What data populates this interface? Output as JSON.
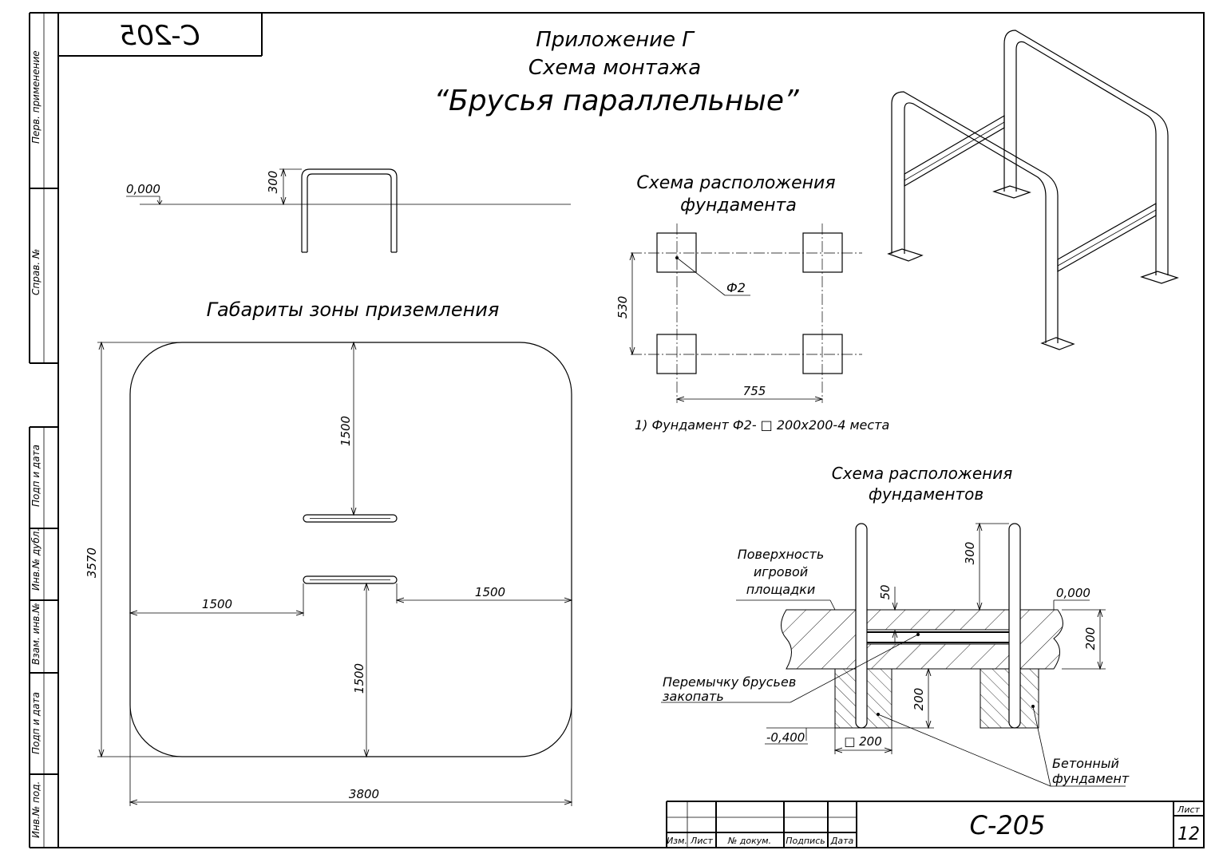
{
  "stamp_code": "C-205",
  "titles": {
    "appendix": "Приложение Г",
    "scheme": "Схема монтажа",
    "product": "“Брусья параллельные”"
  },
  "side_strip": {
    "perv_primenenie": "Перв. применение",
    "sprav_no": "Справ. №",
    "podp_data_1": "Подп и дата",
    "inv_dubl": "Инв.№ дубл.",
    "vzam_inv": "Взам. инв.№",
    "podp_data_2": "Подп и дата",
    "inv_pod": "Инв.№ под."
  },
  "elevation_view": {
    "level_label": "0,000",
    "dim_300": "300"
  },
  "landing_zone": {
    "title": "Габариты зоны приземления",
    "dim_top_1500": "1500",
    "dim_bottom_1500": "1500",
    "dim_left_1500": "1500",
    "dim_right_1500": "1500",
    "dim_3570": "3570",
    "dim_3800": "3800"
  },
  "foundation_plan": {
    "title_line1": "Схема расположения",
    "title_line2": "фундамента",
    "f2_label": "Ф2",
    "dim_530": "530",
    "dim_755": "755",
    "note": "1) Фундамент Ф2- □ 200х200-4 места"
  },
  "foundations_section": {
    "title_line1": "Схема расположения",
    "title_line2": "фундаментов",
    "surface_line1": "Поверхность",
    "surface_line2": "игровой",
    "surface_line3": "площадки",
    "dim_50": "50",
    "dim_300": "300",
    "level_0": "0,000",
    "dim_200_right": "200",
    "dim_200_depth": "200",
    "bury_line1": "Перемычку брусьев",
    "bury_line2": "закопать",
    "level_depth": "-0,400",
    "sq_200": "□ 200",
    "concrete_line1": "Бетонный",
    "concrete_line2": "фундамент"
  },
  "title_block": {
    "izm": "Изм.",
    "list": "Лист",
    "doc_no": "№ докум.",
    "podpis": "Подпись",
    "data": "Дата",
    "code": "С-205",
    "sheet_label": "Лист",
    "sheet_no": "12"
  }
}
